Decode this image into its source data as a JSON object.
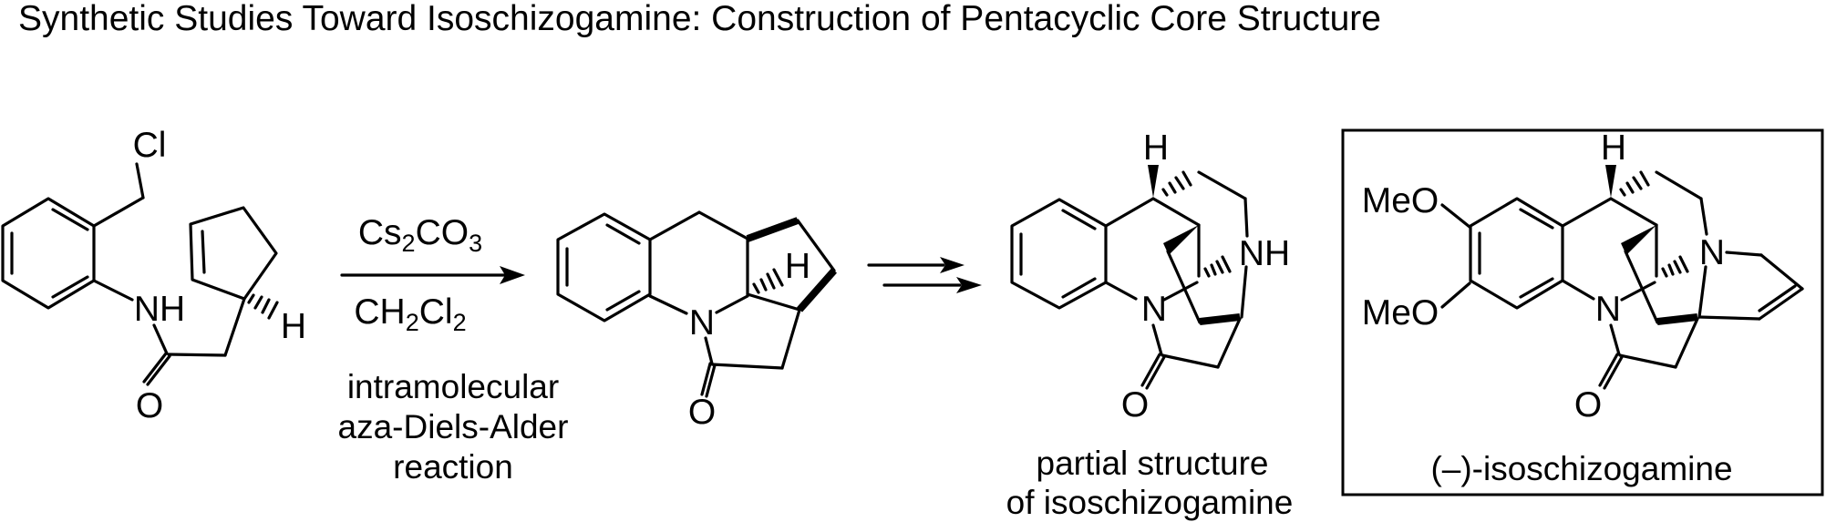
{
  "title": "Synthetic Studies Toward Isoschizogamine: Construction of Pentacyclic Core Structure",
  "colors": {
    "ink": "#000000",
    "background": "#ffffff"
  },
  "reaction": {
    "reagent": {
      "p1": "Cs",
      "s1": "2",
      "p2": "CO",
      "s2": "3"
    },
    "solvent": {
      "p1": "CH",
      "s1": "2",
      "p2": "Cl",
      "s2": "2"
    },
    "note1": "intramolecular",
    "note2": "aza-Diels-Alder",
    "note3": "reaction"
  },
  "substrate": {
    "cl": "Cl",
    "nh": "NH",
    "o": "O",
    "h": "H"
  },
  "cycloadduct": {
    "n": "N",
    "h": "H",
    "o": "O"
  },
  "partial": {
    "h": "H",
    "nh": "NH",
    "n": "N",
    "o": "O",
    "caption1": "partial structure",
    "caption2": "of isoschizogamine"
  },
  "natural_product": {
    "meo1": "MeO",
    "meo2": "MeO",
    "h": "H",
    "n_amine": "N",
    "n_aryl": "N",
    "o": "O",
    "caption": "(–)-isoschizogamine"
  }
}
